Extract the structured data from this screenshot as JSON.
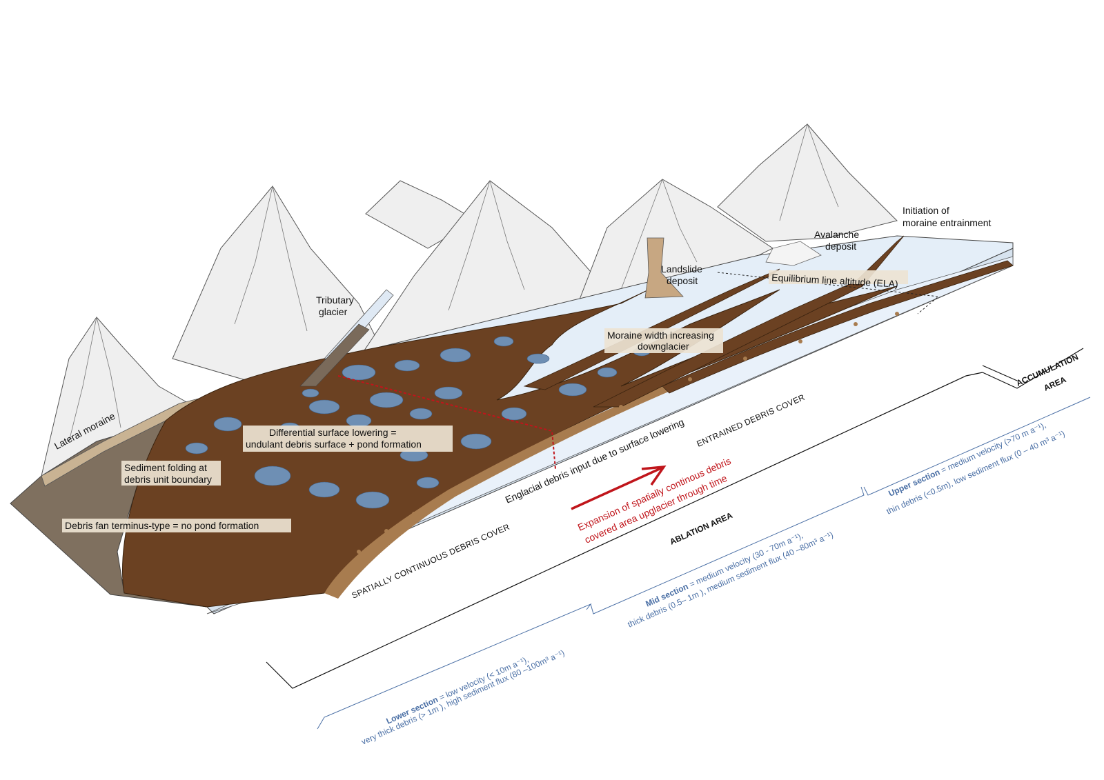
{
  "labels": {
    "lateral_moraine": "Lateral moraine",
    "tributary_glacier_1": "Tributary",
    "tributary_glacier_2": "glacier",
    "landslide_1": "Landslide",
    "landslide_2": "deposit",
    "avalanche_1": "Avalanche",
    "avalanche_2": "deposit",
    "moraine_initiation_1": "Initiation of",
    "moraine_initiation_2": "moraine entrainment",
    "ela": "Equilibrium line altitude (ELA)",
    "moraine_width_1": "Moraine width increasing",
    "moraine_width_2": "downglacier",
    "differential_1": "Differential surface lowering =",
    "differential_2": "undulant debris surface + pond formation",
    "sediment_folding_1": "Sediment folding at",
    "sediment_folding_2": "debris unit boundary",
    "debris_fan": "Debris fan terminus-type = no pond formation",
    "englacial": "Englacial debris input due to surface lowering",
    "entrained": "ENTRAINED DEBRIS COVER",
    "continuous": "SPATIALLY CONTINUOUS DEBRIS COVER",
    "expansion_1": "Expansion of spatially continous debris",
    "expansion_2": "covered area upglacier through time",
    "ablation": "ABLATION AREA",
    "accumulation_1": "ACCUMULATION",
    "accumulation_2": "AREA"
  },
  "sections": {
    "lower": {
      "name": "Lower section",
      "line1_rest": " = low velocity (< 10m a⁻¹),",
      "line2": "very thick debris (> 1m ), high sediment flux (80 –100m³ a⁻¹)"
    },
    "mid": {
      "name": "Mid section",
      "line1_rest": " = medium velocity (30 - 70m a⁻¹),",
      "line2": "thick debris (0.5– 1m ), medium sediment flux (40 –80m³ a⁻¹)"
    },
    "upper": {
      "name": "Upper section",
      "line1_rest": " = medium velocity (>70 m a⁻¹),",
      "line2": "thin debris (<0.5m), low sediment flux (0 – 40 m³ a⁻¹)"
    }
  },
  "colors": {
    "mountain": "#efefef",
    "ice": "#e4eef8",
    "debris": "#6b4122",
    "debris_light": "#a87c4f",
    "fan": "#7f705f",
    "pond": "#6e8fb4",
    "section_text": "#4a6fa5",
    "expansion_red": "#c0151b"
  }
}
